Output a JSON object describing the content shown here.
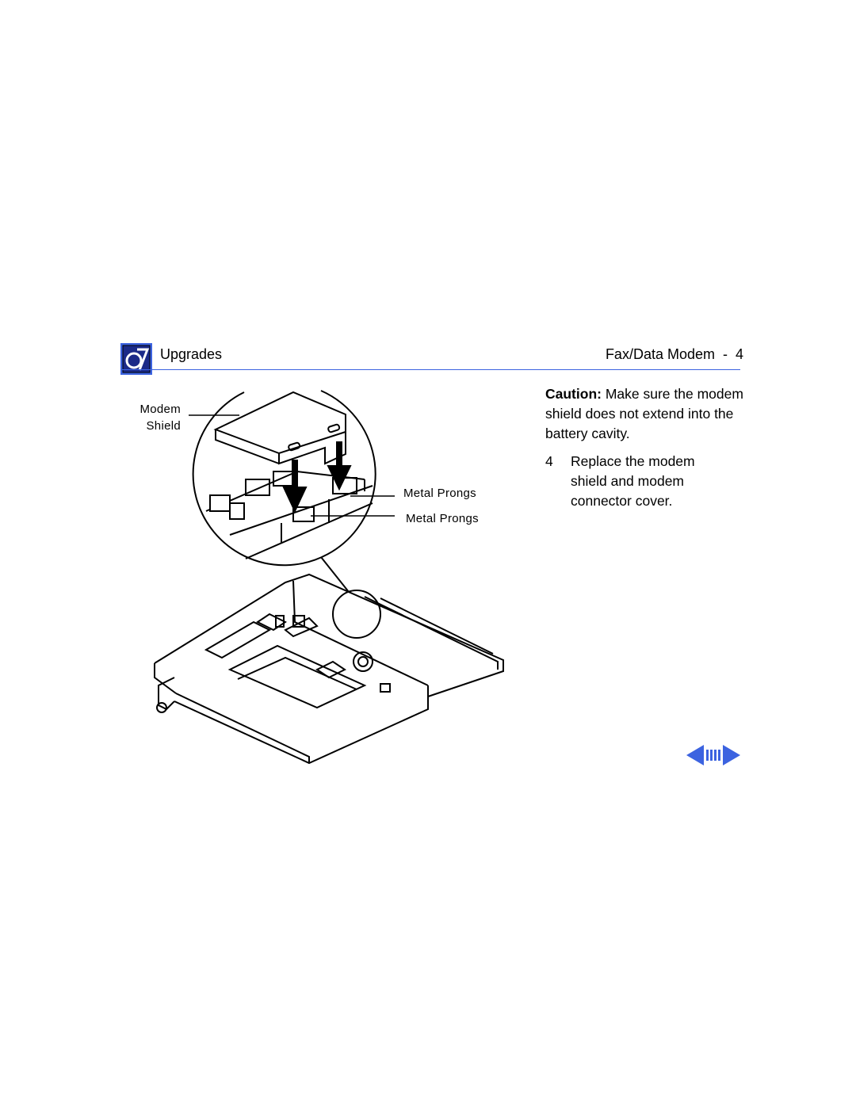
{
  "header": {
    "section": "Upgrades",
    "page_title": "Fax/Data Modem  -  4",
    "icon": "upgrades-manual-icon",
    "rule_color": "#3c63e0"
  },
  "figure": {
    "labels": {
      "modem_shield": "Modem\nShield",
      "metal_prongs_1": "Metal Prongs",
      "metal_prongs_2": "Metal Prongs"
    }
  },
  "caution": {
    "label": "Caution:",
    "text": "Make sure the modem shield does not extend into the battery cavity."
  },
  "step": {
    "number": "4",
    "text": "Replace the modem shield and modem connector cover."
  },
  "nav": {
    "prev_icon": "prev-page-arrow-icon",
    "toc_icon": "contents-icon",
    "next_icon": "next-page-arrow-icon",
    "color": "#3c63e0"
  }
}
